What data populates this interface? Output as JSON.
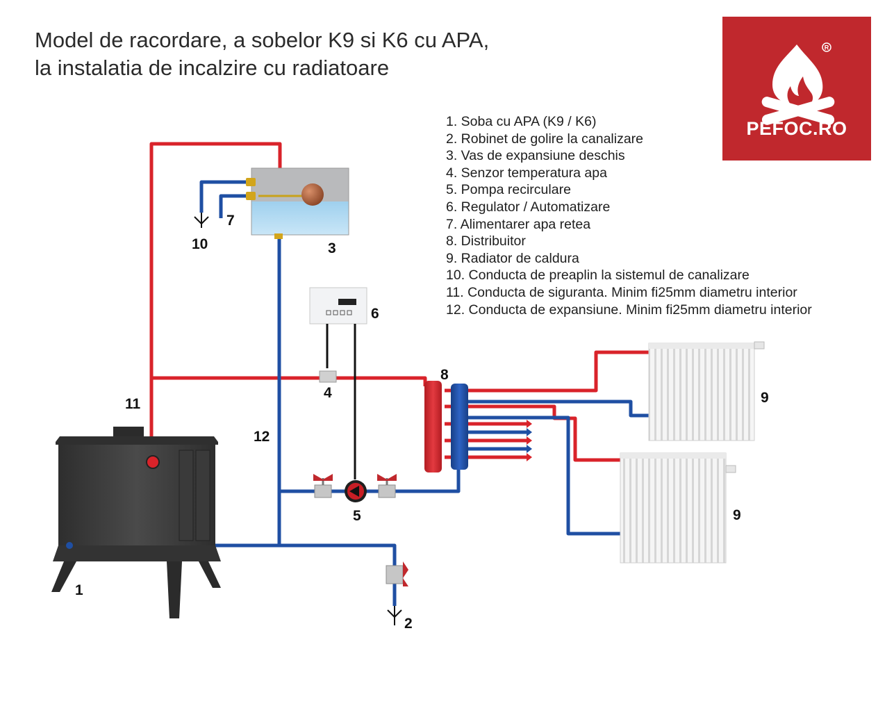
{
  "title": {
    "line1": "Model de racordare, a sobelor K9 si K6 cu APA,",
    "line2": "la instalatia de incalzire cu radiatoare"
  },
  "logo": {
    "text": "PEFOC.RO",
    "registered": "®",
    "color": "#c0282d"
  },
  "legend": [
    "1. Soba cu APA (K9 / K6)",
    "2. Robinet de golire la canalizare",
    "3. Vas de expansiune deschis",
    "4. Senzor temperatura apa",
    "5. Pompa recirculare",
    "6. Regulator / Automatizare",
    "7. Alimentarer apa retea",
    "8. Distribuitor",
    "9. Radiator de caldura",
    "10. Conducta de preaplin la sistemul de canalizare",
    "11. Conducta de siguranta. Minim fi25mm diametru interior",
    "12. Conducta de expansiune. Minim fi25mm diametru interior"
  ],
  "labels": {
    "stove": "1",
    "drain_valve": "2",
    "expansion_tank": "3",
    "sensor": "4",
    "pump": "5",
    "controller": "6",
    "water_supply": "7",
    "distributor": "8",
    "radiator_top": "9",
    "radiator_bottom": "9",
    "overflow": "10",
    "safety_pipe": "11",
    "expansion_pipe": "12"
  },
  "colors": {
    "hot_pipe": "#d9232a",
    "cold_pipe": "#1f4fa3",
    "stove": "#3d3d3d",
    "valve_handle": "#c0282d"
  }
}
